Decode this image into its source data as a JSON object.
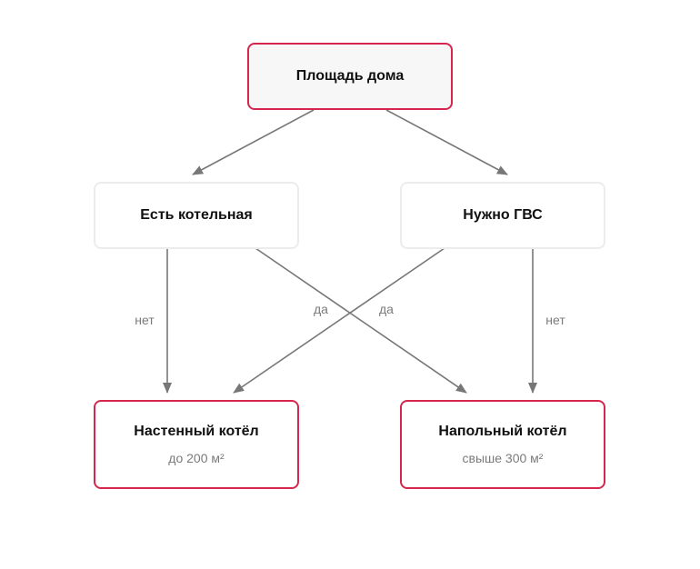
{
  "colors": {
    "accent": "#d6264d",
    "neutral_border": "#ececec",
    "edge": "#777777",
    "muted_text": "#7a7a7a"
  },
  "nodes": {
    "root": {
      "title": "Площадь дома"
    },
    "kotelnaya": {
      "title": "Есть котельная"
    },
    "gvs": {
      "title": "Нужно ГВС"
    },
    "wall": {
      "title": "Настенный котёл",
      "subtitle": "до 200 м²"
    },
    "floor": {
      "title": "Напольный котёл",
      "subtitle": "свыше 300 м²"
    }
  },
  "edges": [
    {
      "from": "root",
      "to": "kotelnaya",
      "label": ""
    },
    {
      "from": "root",
      "to": "gvs",
      "label": ""
    },
    {
      "from": "kotelnaya",
      "to": "wall",
      "label": "нет"
    },
    {
      "from": "kotelnaya",
      "to": "floor",
      "label": "да"
    },
    {
      "from": "gvs",
      "to": "wall",
      "label": "да"
    },
    {
      "from": "gvs",
      "to": "floor",
      "label": "нет"
    }
  ]
}
